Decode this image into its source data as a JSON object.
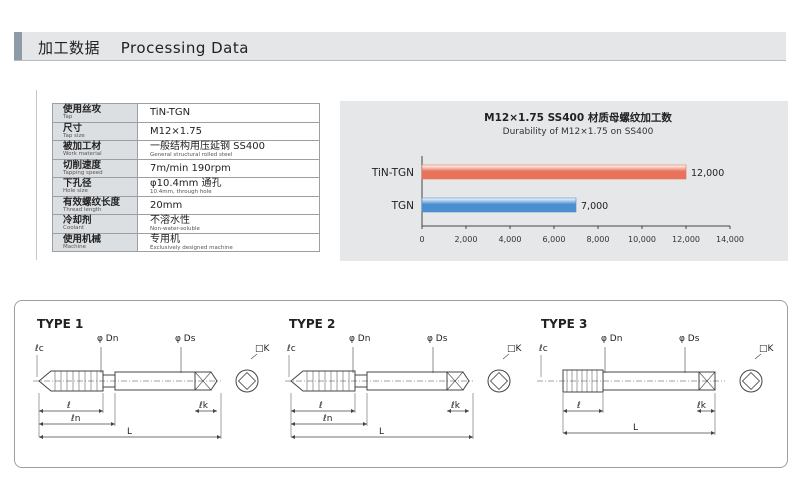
{
  "header": {
    "title": "加工数据　 Processing Data"
  },
  "spec_table": {
    "rows": [
      {
        "label_ja": "使用丝攻",
        "label_en": "Tap",
        "value": "TiN-TGN",
        "value_sub": ""
      },
      {
        "label_ja": "尺寸",
        "label_en": "Tap size",
        "value": "M12×1.75",
        "value_sub": ""
      },
      {
        "label_ja": "被加工材",
        "label_en": "Work material",
        "value": "一般结构用压延钢 SS400",
        "value_sub": "General structural rolled steel"
      },
      {
        "label_ja": "切削速度",
        "label_en": "Tapping speed",
        "value": "7m/min 190rpm",
        "value_sub": ""
      },
      {
        "label_ja": "下孔径",
        "label_en": "Hole size",
        "value": "φ10.4mm 通孔",
        "value_sub": "10.4mm, through hole"
      },
      {
        "label_ja": "有效螺纹长度",
        "label_en": "Thread length",
        "value": "20mm",
        "value_sub": ""
      },
      {
        "label_ja": "冷却剂",
        "label_en": "Coolant",
        "value": "不溶水性",
        "value_sub": "Non-water-soluble"
      },
      {
        "label_ja": "使用机械",
        "label_en": "Machine",
        "value": "专用机",
        "value_sub": "Exclusively designed machine"
      }
    ]
  },
  "chart_data": {
    "type": "bar",
    "orientation": "horizontal",
    "title": "M12×1.75 SS400 材质母螺纹加工数",
    "subtitle": "Durability of M12×1.75 on SS400",
    "categories": [
      "TiN-TGN",
      "TGN"
    ],
    "values": [
      12000,
      7000
    ],
    "data_labels": [
      "12,000",
      "7,000"
    ],
    "xlim": [
      0,
      14000
    ],
    "xticks": [
      0,
      2000,
      4000,
      6000,
      8000,
      10000,
      12000,
      14000
    ],
    "xtick_labels": [
      "0",
      "2,000",
      "4,000",
      "6,000",
      "8,000",
      "10,000",
      "12,000",
      "14,000"
    ],
    "grid": false,
    "colors": {
      "TiN-TGN": "#e8735a",
      "TGN": "#4a8fd0"
    }
  },
  "drawings": {
    "types": [
      {
        "label": "TYPE 1",
        "tip": "pointed"
      },
      {
        "label": "TYPE 2",
        "tip": "pointed-long"
      },
      {
        "label": "TYPE 3",
        "tip": "flat"
      }
    ],
    "dims": {
      "lc": "ℓc",
      "dn": "φ Dn",
      "ds": "φ Ds",
      "l": "ℓ",
      "ln": "ℓn",
      "lk": "ℓk",
      "L": "L",
      "k": "□K"
    }
  }
}
